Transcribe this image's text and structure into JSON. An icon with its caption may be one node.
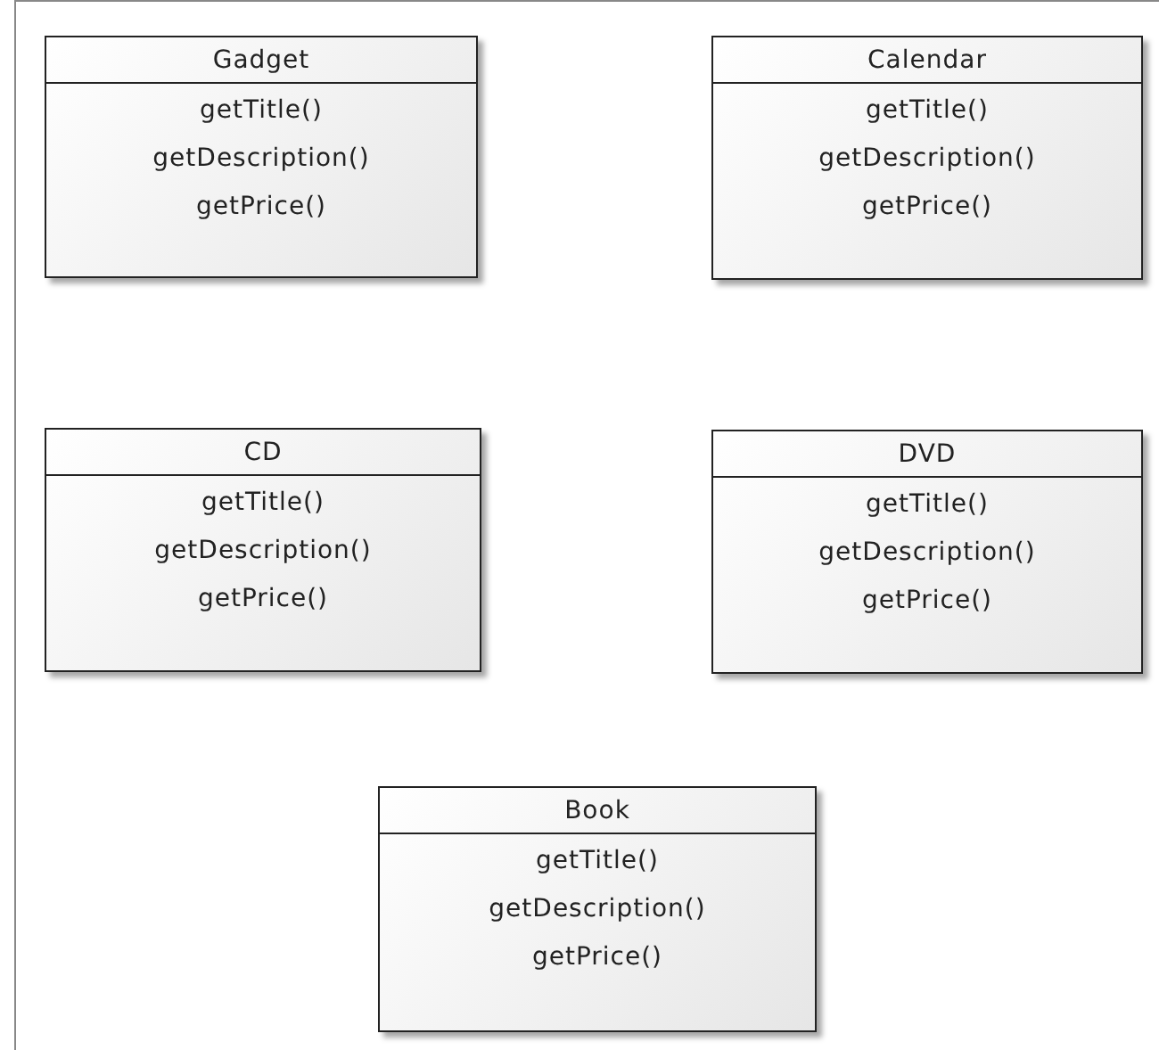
{
  "diagram": {
    "nodes": [
      {
        "text": [
          "Gadget",
          "getTitle()",
          "getDescription()",
          "getPrice()"
        ]
      },
      {
        "text": [
          "Calendar",
          "getTitle()",
          "getDescription()",
          "getPrice()"
        ]
      },
      {
        "text": [
          "CD",
          "getTitle()",
          "getDescription()",
          "getPrice()"
        ]
      },
      {
        "text": [
          "DVD",
          "getTitle()",
          "getDescription()",
          "getPrice()"
        ]
      },
      {
        "text": [
          "Book",
          "getTitle()",
          "getDescription()",
          "getPrice()"
        ]
      }
    ]
  }
}
